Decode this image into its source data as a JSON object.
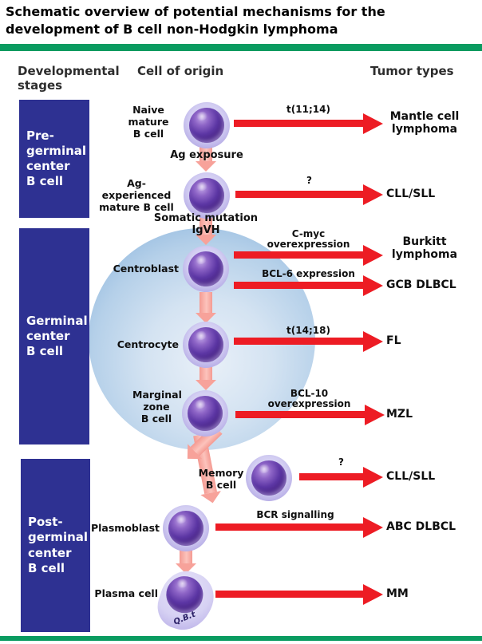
{
  "title": "Schematic overview of potential mechanisms for the\ndevelopment of B cell non-Hodgkin lymphoma",
  "column_headers": {
    "stages": "Developmental stages",
    "origin": "Cell of origin",
    "tumors": "Tumor types"
  },
  "stage_boxes": [
    {
      "label": "Pre-\ngerminal\ncenter\nB cell"
    },
    {
      "label": "Germinal\ncenter\nB cell"
    },
    {
      "label": "Post-\ngerminal\ncenter\nB cell"
    }
  ],
  "cells": [
    {
      "label": "Naive\nmature\nB cell"
    },
    {
      "label": "Ag-experienced\nmature B cell"
    },
    {
      "label": "Centroblast"
    },
    {
      "label": "Centrocyte"
    },
    {
      "label": "Marginal\nzone\nB cell"
    },
    {
      "label": "Memory\nB cell"
    },
    {
      "label": "Plasmoblast"
    },
    {
      "label": "Plasma cell"
    }
  ],
  "process_labels": [
    {
      "label": "Ag exposure"
    },
    {
      "label": "Somatic mutation IgVH"
    }
  ],
  "tumor_arrows": [
    {
      "mechanism": "t(11;14)",
      "tumor": "Mantle cell\nlymphoma"
    },
    {
      "mechanism": "?",
      "tumor": "CLL/SLL"
    },
    {
      "mechanism": "C-myc\noverexpression",
      "tumor": "Burkitt\nlymphoma"
    },
    {
      "mechanism": "BCL-6 expression",
      "tumor": "GCB DLBCL"
    },
    {
      "mechanism": "t(14;18)",
      "tumor": "FL"
    },
    {
      "mechanism": "BCL-10\noverexpression",
      "tumor": "MZL"
    },
    {
      "mechanism": "?",
      "tumor": "CLL/SLL"
    },
    {
      "mechanism": "BCR signalling",
      "tumor": "ABC DLBCL"
    },
    {
      "mechanism": "",
      "tumor": "MM"
    }
  ],
  "plasma_cell_scribble": "Q.B.t",
  "colors": {
    "green_bar": "#0a9b60",
    "stage_box_navy": "#2e3192",
    "red_arrow": "#ed1c24",
    "pink_arrow": "#f7a29a",
    "germinal_center_blue": "#9ec3e6",
    "cell_halo": "#cdc8ef",
    "cell_nucleus": "#44217c"
  }
}
